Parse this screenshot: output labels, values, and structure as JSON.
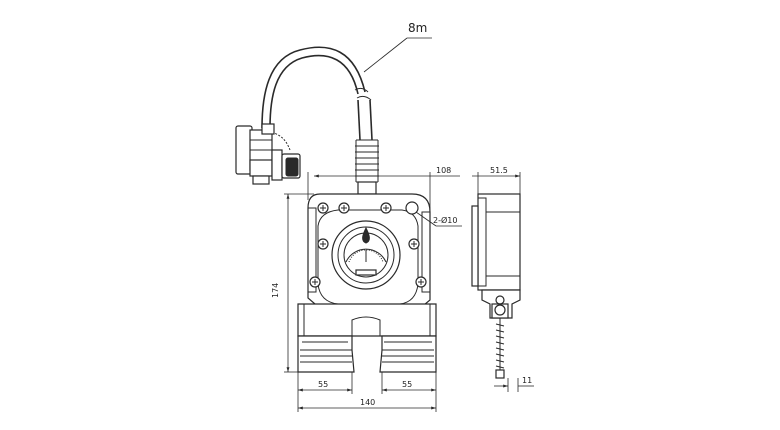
{
  "dimensions": {
    "cable_length": "8m",
    "overall_width": "108",
    "side_depth": "51.5",
    "height": "174",
    "bottom_total": "140",
    "foot_left": "55",
    "foot_right": "55",
    "mount_hole": "2-Ø10",
    "side_tab": "11"
  },
  "icons": [
    "cable-icon",
    "connector-icon",
    "screw-icon",
    "gauge-icon"
  ]
}
